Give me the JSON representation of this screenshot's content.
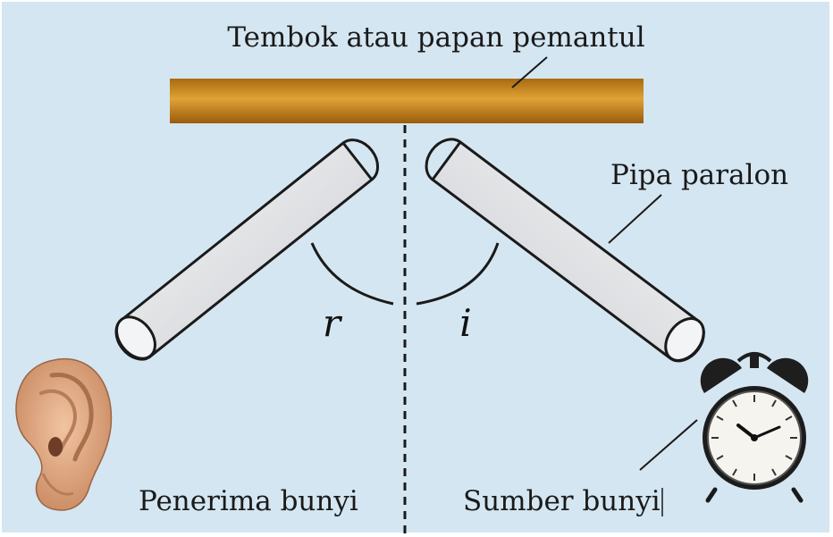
{
  "labels": {
    "wall": "Tembok atau papan pemantul",
    "pipe": "Pipa paralon",
    "receiver": "Penerima bunyi",
    "source": "Sumber bunyi",
    "angle_reflection": "r",
    "angle_incidence": "i"
  },
  "colors": {
    "background": "#d4e6f1",
    "wall": "#c8891c",
    "pipe": "#e4e6e8",
    "outline": "#1a1a1a"
  },
  "icons": {
    "receiver": "ear-icon",
    "source": "alarm-clock-icon"
  }
}
